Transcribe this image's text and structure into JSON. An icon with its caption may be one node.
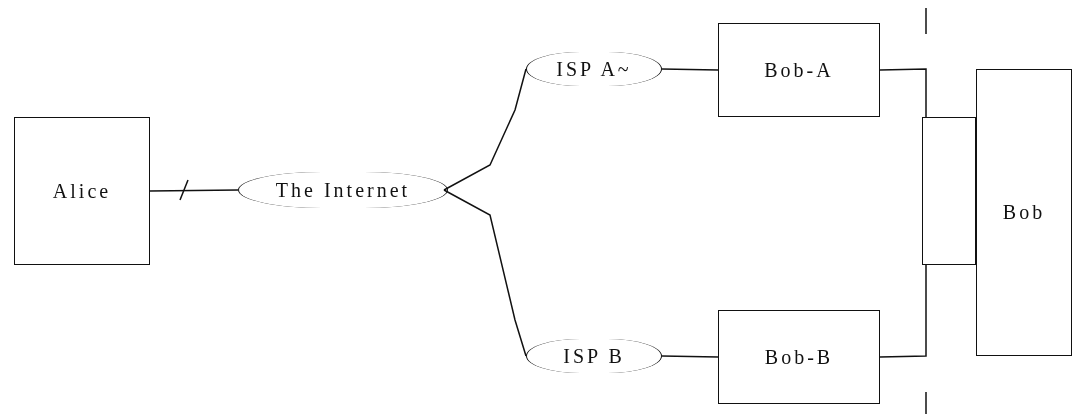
{
  "diagram": {
    "nodes": [
      {
        "text": [
          "Alice"
        ]
      },
      {
        "text": [
          "The Internet"
        ]
      },
      {
        "text": [
          "ISP A~"
        ]
      },
      {
        "text": [
          "ISP B"
        ]
      },
      {
        "text": [
          "Bob-A"
        ]
      },
      {
        "text": [
          "Bob-B"
        ]
      },
      {
        "text": [],
        "shape": "box"
      },
      {
        "text": [
          "Bob"
        ]
      }
    ],
    "edges": [
      {
        "from": 0,
        "to": 1,
        "arrow": "none"
      },
      {
        "from": 1,
        "to": 2,
        "arrow": "none"
      },
      {
        "from": 1,
        "to": 3,
        "arrow": "none"
      },
      {
        "from": 2,
        "to": 4,
        "arrow": "none"
      },
      {
        "from": 3,
        "to": 5,
        "arrow": "none"
      },
      {
        "from": 4,
        "to": 6,
        "arrow": "none"
      },
      {
        "from": 5,
        "to": 6,
        "arrow": "none"
      }
    ]
  }
}
